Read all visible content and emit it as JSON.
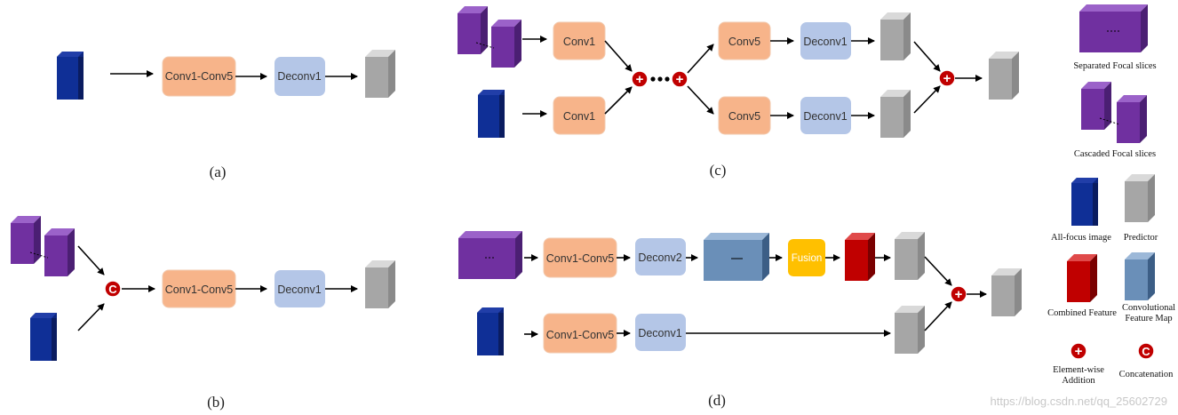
{
  "labels": {
    "conv1_conv5": "Conv1-Conv5",
    "deconv1": "Deconv1",
    "deconv2": "Deconv2",
    "conv1": "Conv1",
    "conv5": "Conv5",
    "fusion": "Fusion",
    "concat_symbol": "C",
    "plus_symbol": "+"
  },
  "captions": {
    "a": "(a)",
    "b": "(b)",
    "c": "(c)",
    "d": "(d)"
  },
  "legend": {
    "separated": "Separated Focal slices",
    "cascaded": "Cascaded Focal slices",
    "all_focus": "All-focus image",
    "predictor": "Predictor",
    "combined_feature": "Combined Feature",
    "conv_feature_map_1": "Convolutional",
    "conv_feature_map_2": "Feature Map",
    "elementwise_1": "Element-wise",
    "elementwise_2": "Addition",
    "concatenation": "Concatenation"
  },
  "watermark": "https://blog.csdn.net/qq_25602729",
  "colors": {
    "conv_box": "#f7b48a",
    "deconv_box": "#b4c6e7",
    "fusion_box": "#ffc000",
    "all_focus": "#0d2680",
    "focal_slice": "#7030a0",
    "predictor": "#a6a6a6",
    "combined_feature": "#c00000",
    "conv_feature_map": "#6a8fb8",
    "op_circle": "#c00000"
  }
}
